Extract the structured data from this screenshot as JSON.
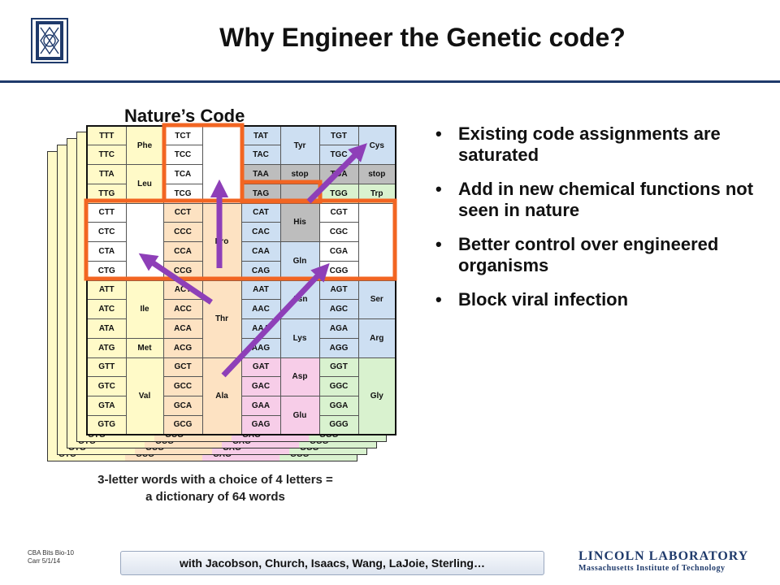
{
  "title": "Why Engineer the Genetic code?",
  "heading": "Nature’s Code",
  "caption_line1": "3-letter words with a choice of 4 letters =",
  "caption_line2": "a dictionary of 64 words",
  "bullets": [
    "Existing code assignments are saturated",
    "Add in new chemical functions not seen in nature",
    "Better control over engineered organisms",
    "Block viral infection"
  ],
  "footer": {
    "line1": "CBA Bits Bio-10",
    "line2": "Carr 5/1/14"
  },
  "credit": "with Jacobson, Church, Isaacs, Wang, LaJoie, Sterling…",
  "lab": {
    "line1": "LINCOLN LABORATORY",
    "line2": "Massachusetts Institute of Technology"
  },
  "colors": {
    "yellow": "#fffac8",
    "peach": "#fde2c2",
    "gray": "#bdbdbd",
    "blue": "#cddff2",
    "green": "#d9f2cf",
    "pink": "#f7cde8",
    "orange": "#f26522",
    "purple": "#8e3fb8",
    "navy": "#1f3a6b"
  },
  "codon_table": {
    "col1": {
      "codons": [
        "TTT",
        "TTC",
        "TTA",
        "TTG",
        "CTT",
        "CTC",
        "CTA",
        "CTG",
        "ATT",
        "ATC",
        "ATA",
        "ATG",
        "GTT",
        "GTC",
        "GTA",
        "GTG"
      ],
      "aa": [
        {
          "label": "Phe",
          "rows": 2
        },
        {
          "label": "Leu",
          "rows": 2
        },
        {
          "label": "",
          "rows": 4
        },
        {
          "label": "Ile",
          "rows": 3
        },
        {
          "label": "Met",
          "rows": 1
        },
        {
          "label": "Val",
          "rows": 4
        }
      ]
    },
    "col2": {
      "codons": [
        "TCT",
        "TCC",
        "TCA",
        "TCG",
        "CCT",
        "CCC",
        "CCA",
        "CCG",
        "ACT",
        "ACC",
        "ACA",
        "ACG",
        "GCT",
        "GCC",
        "GCA",
        "GCG"
      ],
      "aa": [
        {
          "label": "",
          "rows": 4
        },
        {
          "label": "Pro",
          "rows": 4
        },
        {
          "label": "Thr",
          "rows": 4
        },
        {
          "label": "Ala",
          "rows": 4
        }
      ]
    },
    "col3": {
      "codons": [
        "TAT",
        "TAC",
        "TAA",
        "TAG",
        "CAT",
        "CAC",
        "CAA",
        "CAG",
        "AAT",
        "AAC",
        "AAA",
        "AAG",
        "GAT",
        "GAC",
        "GAA",
        "GAG"
      ],
      "aa": [
        {
          "label": "Tyr",
          "rows": 2
        },
        {
          "label": "stop",
          "rows": 1
        },
        {
          "label": "",
          "rows": 1
        },
        {
          "label": "His",
          "rows": 2
        },
        {
          "label": "Gln",
          "rows": 2
        },
        {
          "label": "Asn",
          "rows": 2
        },
        {
          "label": "Lys",
          "rows": 2
        },
        {
          "label": "Asp",
          "rows": 2
        },
        {
          "label": "Glu",
          "rows": 2
        }
      ]
    },
    "col4": {
      "codons": [
        "TGT",
        "TGC",
        "TGA",
        "TGG",
        "CGT",
        "CGC",
        "CGA",
        "CGG",
        "AGT",
        "AGC",
        "AGA",
        "AGG",
        "GGT",
        "GGC",
        "GGA",
        "GGG"
      ],
      "aa": [
        {
          "label": "Cys",
          "rows": 2
        },
        {
          "label": "stop",
          "rows": 1
        },
        {
          "label": "Trp",
          "rows": 1
        },
        {
          "label": "",
          "rows": 4
        },
        {
          "label": "Ser",
          "rows": 2
        },
        {
          "label": "Arg",
          "rows": 2
        },
        {
          "label": "Gly",
          "rows": 4
        }
      ]
    }
  },
  "back_layer_bottom": [
    "GTG",
    "GCG",
    "GAG",
    "GGG"
  ]
}
